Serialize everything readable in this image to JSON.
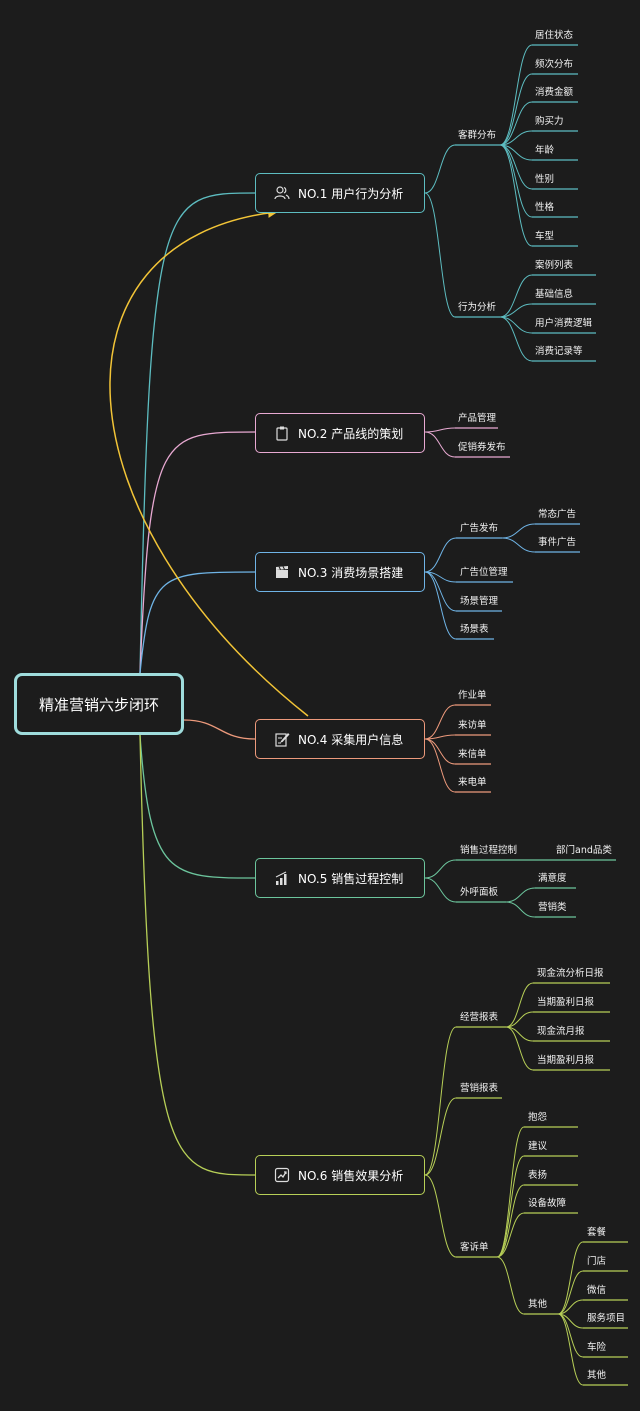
{
  "colors": {
    "background": "#1c1c1c",
    "root_border": "#9fdcdc",
    "arrow": "#f2c437",
    "branch1": "#5dbdc1",
    "branch2": "#e8a9d2",
    "branch3": "#6fb4e6",
    "branch4": "#ed9a7c",
    "branch5": "#6cc59d",
    "branch6": "#b7cf57"
  },
  "root": {
    "label": "精准营销六步闭环"
  },
  "branches": [
    {
      "id": "b1",
      "label": "NO.1 用户行为分析",
      "icon": "users-icon",
      "children": [
        {
          "label": "客群分布",
          "children": [
            "居住状态",
            "频次分布",
            "消费金额",
            "购买力",
            "年龄",
            "性别",
            "性格",
            "车型"
          ]
        },
        {
          "label": "行为分析",
          "children": [
            "案例列表",
            "基础信息",
            "用户消费逻辑",
            "消费记录等"
          ]
        }
      ]
    },
    {
      "id": "b2",
      "label": "NO.2 产品线的策划",
      "icon": "clipboard-icon",
      "children": [
        {
          "label": "产品管理"
        },
        {
          "label": "促销券发布"
        }
      ]
    },
    {
      "id": "b3",
      "label": "NO.3 消费场景搭建",
      "icon": "clapperboard-icon",
      "children": [
        {
          "label": "广告发布",
          "children": [
            "常态广告",
            "事件广告"
          ]
        },
        {
          "label": "广告位管理"
        },
        {
          "label": "场景管理"
        },
        {
          "label": "场景表"
        }
      ]
    },
    {
      "id": "b4",
      "label": "NO.4 采集用户信息",
      "icon": "edit-doc-icon",
      "children": [
        {
          "label": "作业单"
        },
        {
          "label": "来访单"
        },
        {
          "label": "来信单"
        },
        {
          "label": "来电单"
        }
      ]
    },
    {
      "id": "b5",
      "label": "NO.5 销售过程控制",
      "icon": "bar-chart-icon",
      "children": [
        {
          "label": "销售过程控制",
          "children": [
            "部门and品类"
          ]
        },
        {
          "label": "外呼面板",
          "children": [
            "满意度",
            "营销类"
          ]
        }
      ]
    },
    {
      "id": "b6",
      "label": "NO.6 销售效果分析",
      "icon": "trend-chart-icon",
      "children": [
        {
          "label": "经营报表",
          "children": [
            "现金流分析日报",
            "当期盈利日报",
            "现金流月报",
            "当期盈利月报"
          ]
        },
        {
          "label": "营销报表"
        },
        {
          "label": "客诉单",
          "children": [
            "抱怨",
            "建议",
            "表扬",
            "设备故障",
            {
              "label": "其他",
              "children": [
                "套餐",
                "门店",
                "微信",
                "服务项目",
                "车险",
                "其他"
              ]
            }
          ]
        }
      ]
    }
  ]
}
